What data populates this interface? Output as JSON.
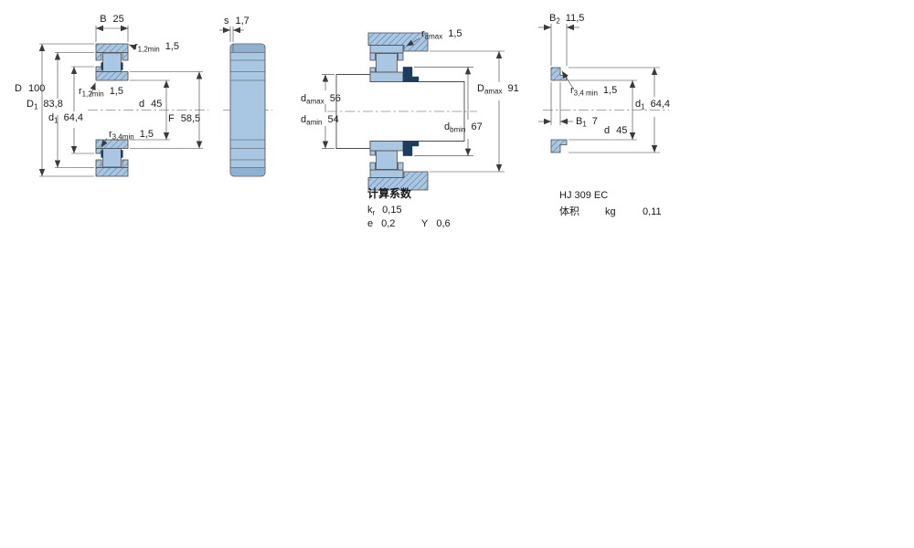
{
  "page": {
    "background": "#ffffff"
  },
  "colors": {
    "fill": "#a9c7e2",
    "fill-dark": "#8fb0d0",
    "hatch": "#48729e",
    "dark": "#1c3c60",
    "outline": "#4a4a4a",
    "dim": "#3a3a3a",
    "text": "#1a1a1a",
    "centerline": "#8a8a8a"
  },
  "section_view": {
    "B": {
      "base": "B",
      "sub": "",
      "value": "25"
    },
    "r12_top": {
      "base": "r",
      "sub": "1,2min",
      "value": "1,5"
    },
    "D": {
      "base": "D",
      "sub": "",
      "value": "100"
    },
    "D1": {
      "base": "D",
      "sub": "1",
      "value": "83,8"
    },
    "d1": {
      "base": "d",
      "sub": "1",
      "value": "64,4"
    },
    "r12_mid": {
      "base": "r",
      "sub": "1,2min",
      "value": "1,5"
    },
    "d": {
      "base": "d",
      "sub": "",
      "value": "45"
    },
    "r34": {
      "base": "r",
      "sub": "3,4min",
      "value": "1,5"
    },
    "F": {
      "base": "F",
      "sub": "",
      "value": "58,5"
    }
  },
  "side_view": {
    "s": {
      "base": "s",
      "sub": "",
      "value": "1,7"
    }
  },
  "mounting_view": {
    "ra": {
      "base": "r",
      "sub": "amax",
      "value": "1,5"
    },
    "da_max": {
      "base": "d",
      "sub": "amax",
      "value": "56"
    },
    "da_min": {
      "base": "d",
      "sub": "amin",
      "value": "54"
    },
    "Da_max": {
      "base": "D",
      "sub": "amax",
      "value": "91"
    },
    "db_min": {
      "base": "d",
      "sub": "bmin",
      "value": "67"
    }
  },
  "calculation_factors": {
    "title": "计算系数",
    "kr": {
      "base": "k",
      "sub": "r",
      "value": "0,15"
    },
    "e": {
      "base": "e",
      "sub": "",
      "value": "0,2"
    },
    "Y": {
      "base": "Y",
      "sub": "",
      "value": "0,6"
    }
  },
  "angle_ring": {
    "designation": "HJ 309 EC",
    "B2": {
      "base": "B",
      "sub": "2",
      "value": "11,5"
    },
    "r34": {
      "base": "r",
      "sub": "3,4 min",
      "value": "1,5"
    },
    "d1": {
      "base": "d",
      "sub": "1",
      "value": "64,4"
    },
    "B1": {
      "base": "B",
      "sub": "1",
      "value": "7"
    },
    "d": {
      "base": "d",
      "sub": "",
      "value": "45"
    },
    "mass_label": "体积",
    "mass_unit": "kg",
    "mass_value": "0,11"
  }
}
